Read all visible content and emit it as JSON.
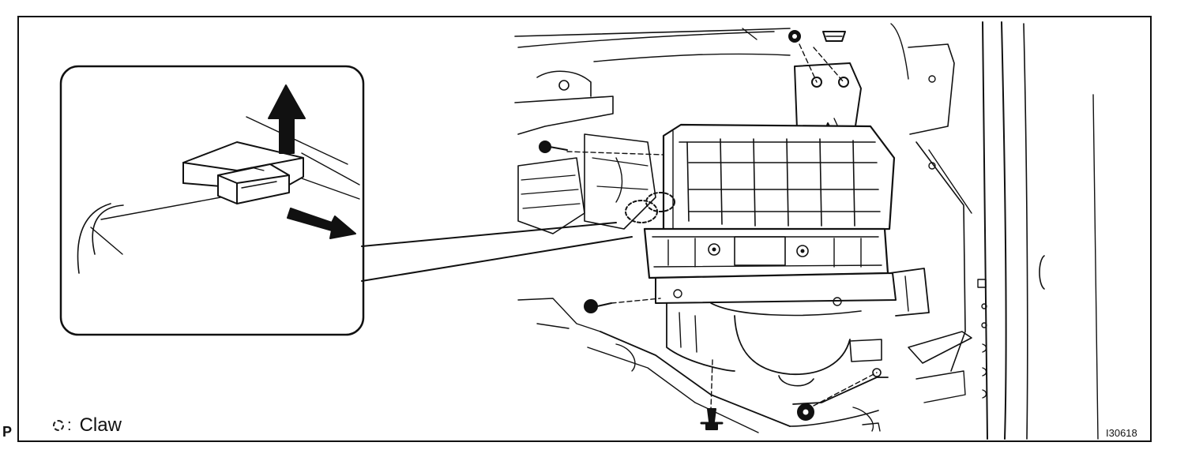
{
  "page_marker": "P",
  "legend": {
    "symbol_name": "claw-symbol-icon",
    "colon": ":",
    "label": "Claw"
  },
  "figure_code": "I30618",
  "icons": [
    "arrow-up-icon",
    "arrow-right-icon",
    "bolt-icon",
    "screw-icon",
    "clip-icon"
  ],
  "colors": {
    "line": "#111111",
    "background": "#ffffff"
  }
}
